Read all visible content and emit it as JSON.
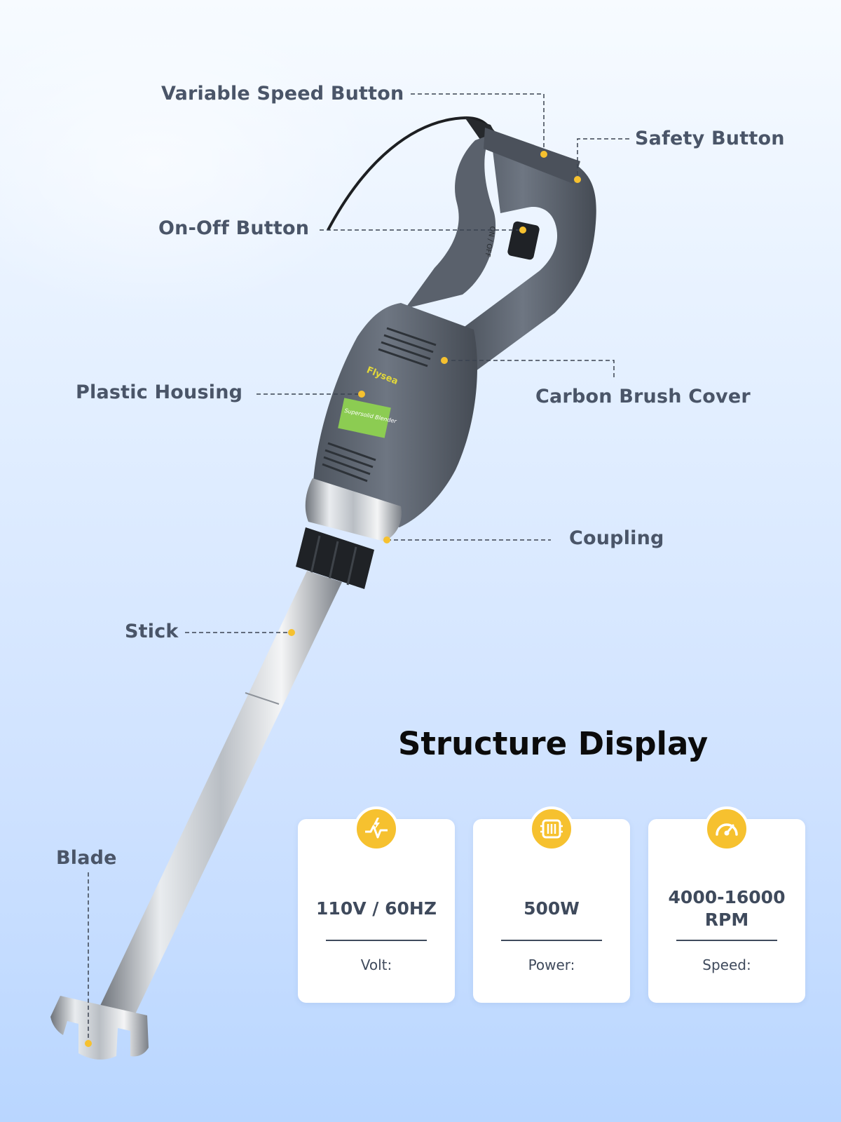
{
  "title": "Structure Display",
  "parts": {
    "variable_speed_button": "Variable Speed Button",
    "safety_button": "Safety Button",
    "on_off_button": "On-Off Button",
    "plastic_housing": "Plastic Housing",
    "carbon_brush_cover": "Carbon Brush Cover",
    "coupling": "Coupling",
    "stick": "Stick",
    "blade": "Blade"
  },
  "product_marks": {
    "brand": "Flysea",
    "badge_text": "Supersolid Blender",
    "switch_marking": "ON / OFF"
  },
  "specs": [
    {
      "value": "110V / 60HZ",
      "caption": "Volt:",
      "icon": "voltage-icon"
    },
    {
      "value": "500W",
      "caption": "Power:",
      "icon": "motor-icon"
    },
    {
      "value": "4000-16000 RPM",
      "caption": "Speed:",
      "icon": "speedometer-icon"
    }
  ],
  "colors": {
    "accent": "#f6c12f",
    "label_text": "#4a5568",
    "body_gray": "#5c6470",
    "background_top": "#f7fbff",
    "background_bottom": "#b9d6ff"
  }
}
